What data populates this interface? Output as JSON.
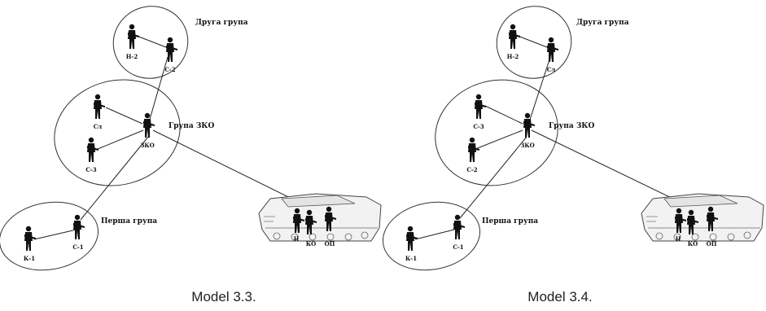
{
  "panels": [
    {
      "caption": "Model 3.3.",
      "groups": {
        "second": {
          "title": "Друга група",
          "left_soldier": "Н-2",
          "right_soldier": "С-2"
        },
        "zko": {
          "title": "Група ЗКО",
          "top_soldier": "Сл",
          "bottom_soldier": "С-3",
          "leader": "ЗКО"
        },
        "first": {
          "title": "Перша група",
          "left_soldier": "К-1",
          "right_soldier": "С-1"
        }
      },
      "vehicle": {
        "crew": [
          "Н",
          "КО",
          "ОП"
        ]
      }
    },
    {
      "caption": "Model 3.4.",
      "groups": {
        "second": {
          "title": "Друга група",
          "left_soldier": "Н-2",
          "right_soldier": "Сл"
        },
        "zko": {
          "title": "Група ЗКО",
          "top_soldier": "С-3",
          "bottom_soldier": "С-2",
          "leader": "ЗКО"
        },
        "first": {
          "title": "Перша група",
          "left_soldier": "К-1",
          "right_soldier": "С-1"
        }
      },
      "vehicle": {
        "crew": [
          "Н",
          "КО",
          "ОП"
        ]
      }
    }
  ]
}
